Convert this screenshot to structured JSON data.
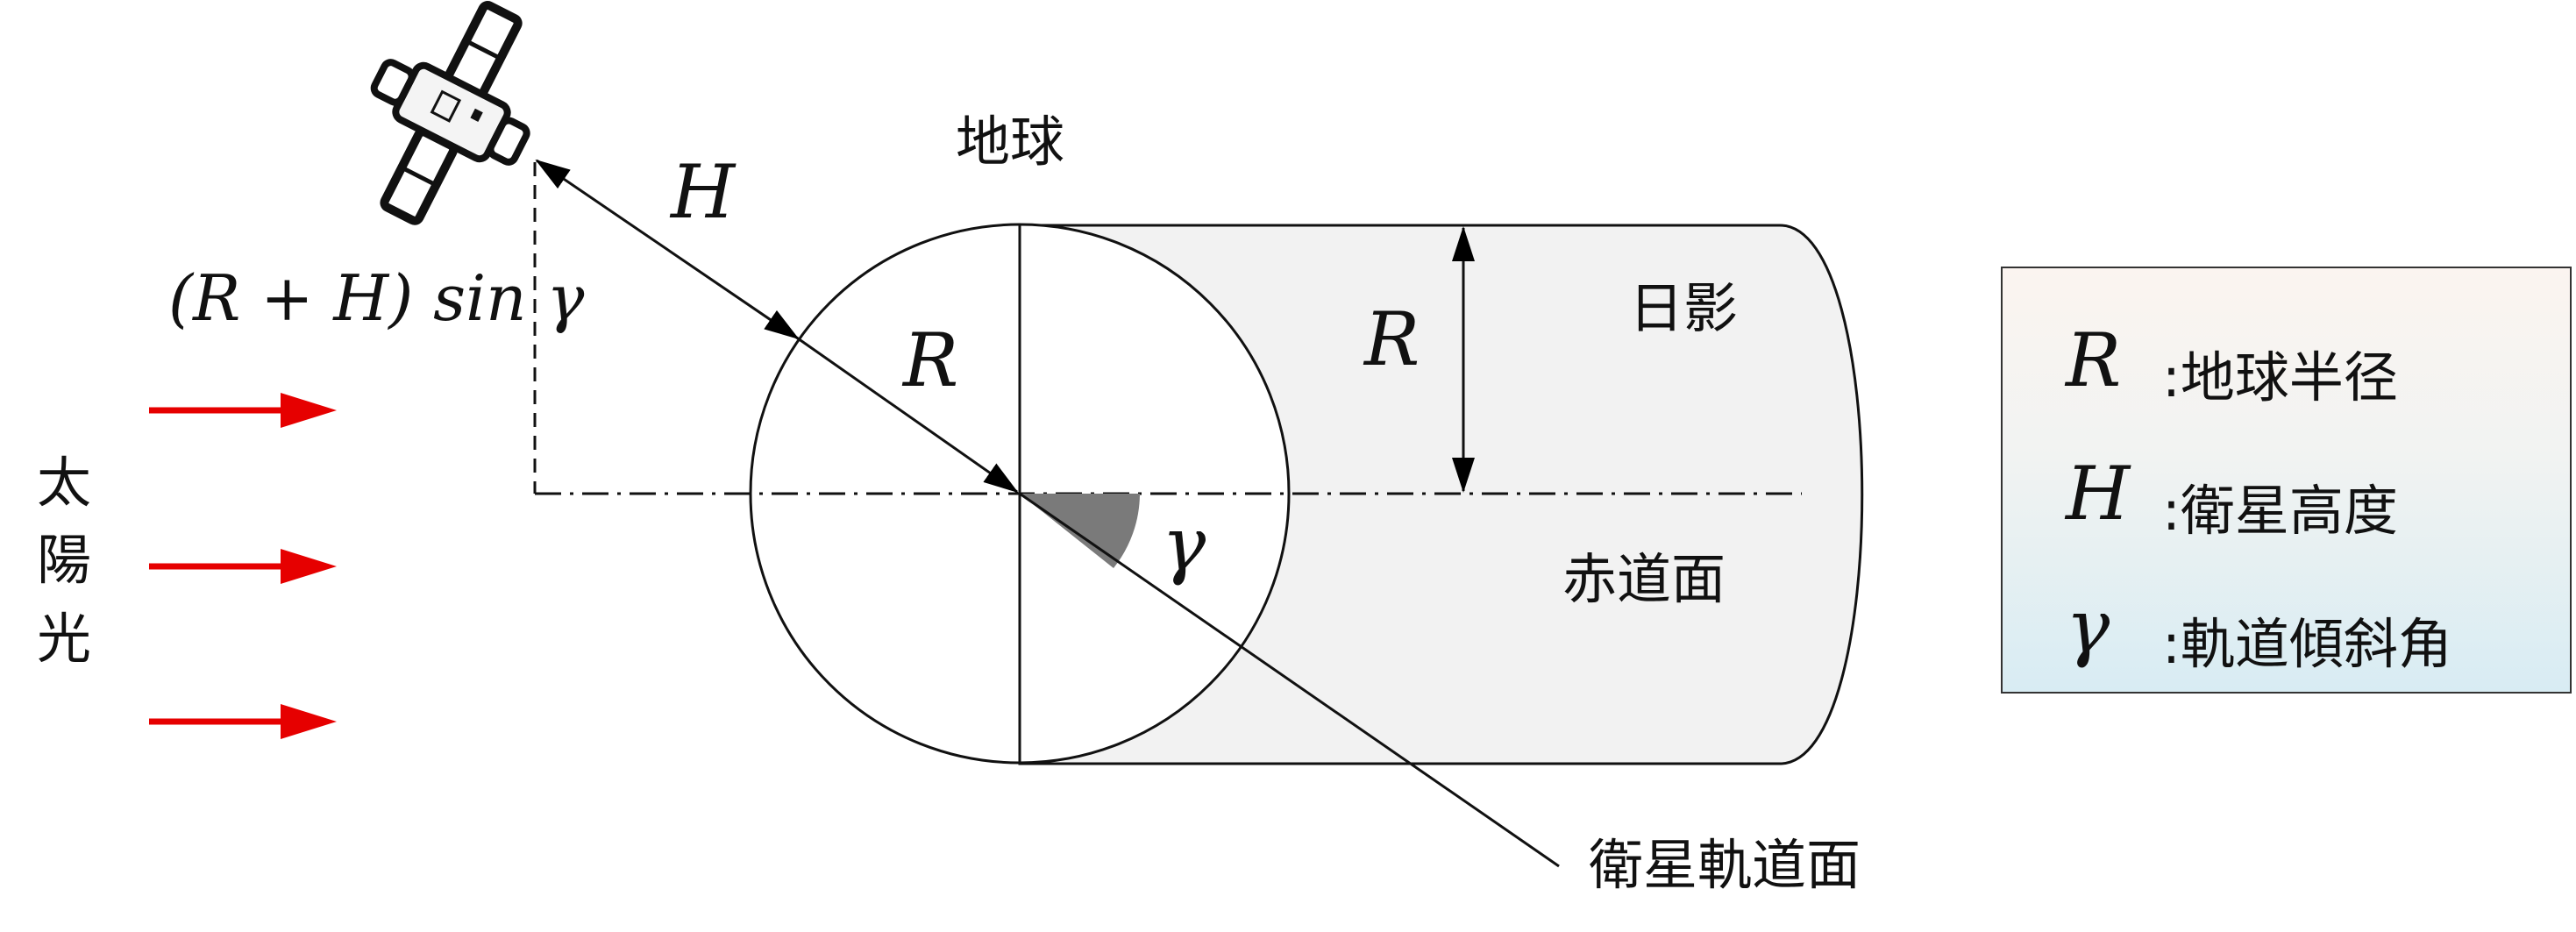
{
  "labels": {
    "earth": "地球",
    "shadow": "日影",
    "equatorial_plane": "赤道面",
    "orbit_plane": "衛星軌道面",
    "sunlight": [
      "太",
      "陽",
      "光"
    ]
  },
  "math": {
    "altitude_symbol": "H",
    "radius_symbol_earth": "R",
    "radius_symbol_shadow": "R",
    "inclination_symbol": "γ",
    "projection_formula": "(R + H) sin γ"
  },
  "legend": {
    "items": [
      {
        "symbol": "R",
        "text": ":地球半径"
      },
      {
        "symbol": "H",
        "text": ":衛星高度"
      },
      {
        "symbol": "γ",
        "text": ":軌道傾斜角"
      }
    ]
  },
  "colors": {
    "sun_arrow": "#e60000",
    "shadow_fill": "#f2f2f2",
    "angle_fill": "#7a7a7a"
  },
  "icons": [
    "satellite-icon",
    "sun-arrow-icon"
  ]
}
